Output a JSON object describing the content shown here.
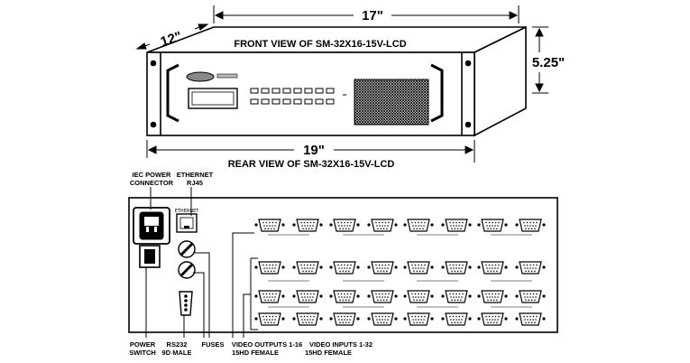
{
  "dimensions": {
    "width": "17\"",
    "depth": "12\"",
    "height": "5.25\"",
    "rack_width": "19\""
  },
  "views": {
    "front_title": "FRONT VIEW OF SM-32X16-15V-LCD",
    "rear_title": "REAR VIEW OF SM-32X16-15V-LCD"
  },
  "callouts": {
    "iec_power_line1": "IEC POWER",
    "iec_power_line2": "CONNECTOR",
    "ethernet_line1": "ETHERNET",
    "ethernet_line2": "RJ45",
    "ethernet_port_label": "ETHERNET",
    "power_switch_line1": "POWER",
    "power_switch_line2": "SWITCH",
    "rs232_line1": "RS232",
    "rs232_line2": "9D MALE",
    "fuses": "FUSES",
    "video_outputs_line1": "VIDEO OUTPUTS 1-16",
    "video_outputs_line2": "15HD FEMALE",
    "video_inputs_line1": "VIDEO INPUTS 1-32",
    "video_inputs_line2": "15HD FEMALE"
  },
  "colors": {
    "line": "#000000",
    "background": "#ffffff"
  }
}
